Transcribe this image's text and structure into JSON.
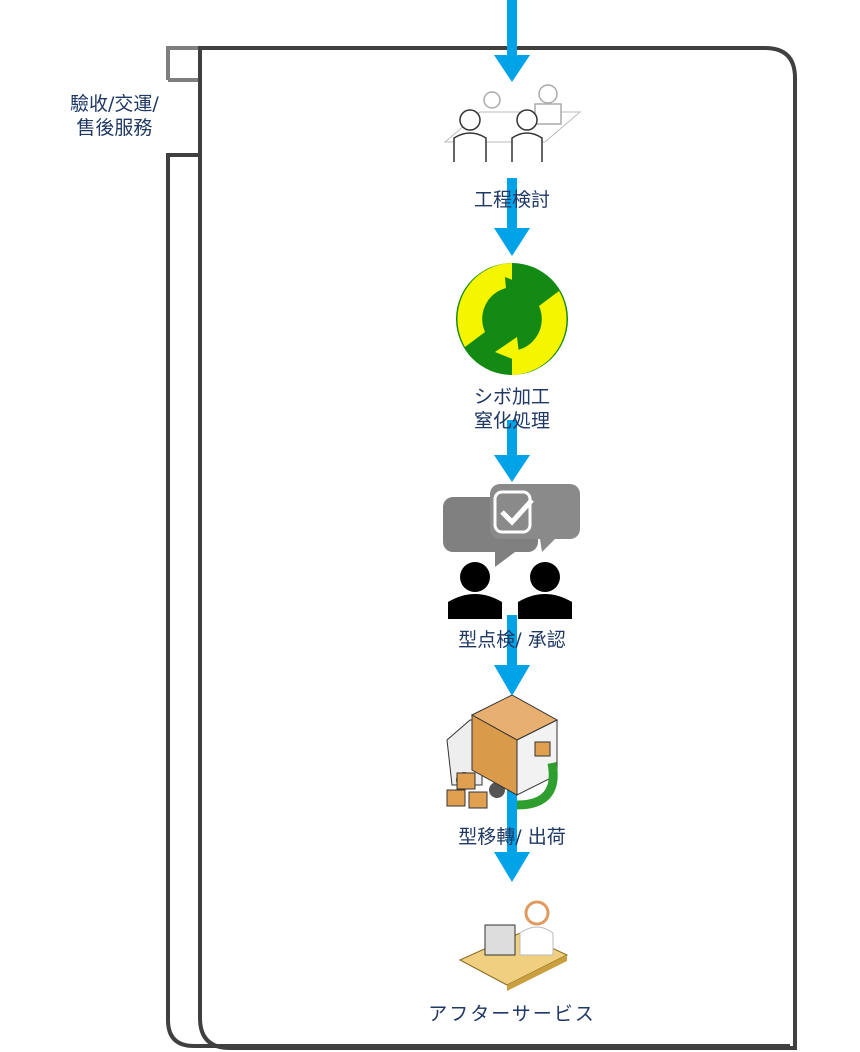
{
  "lane": {
    "label_line1": "驗收/交運/",
    "label_line2": "售後服務"
  },
  "steps": [
    {
      "label": "工程検討",
      "icon": "meeting-icon"
    },
    {
      "label_line1": "シボ加工",
      "label_line2": "窒化処理",
      "icon": "recycle-icon"
    },
    {
      "label": "型点検/ 承認",
      "icon": "approval-chat-icon"
    },
    {
      "label": "型移轉/ 出荷",
      "icon": "delivery-truck-icon"
    },
    {
      "label": "アフターサービス",
      "icon": "service-desk-icon"
    }
  ],
  "colors": {
    "arrow": "#00a2e8",
    "frame": "#404040",
    "text": "#1f3864"
  }
}
